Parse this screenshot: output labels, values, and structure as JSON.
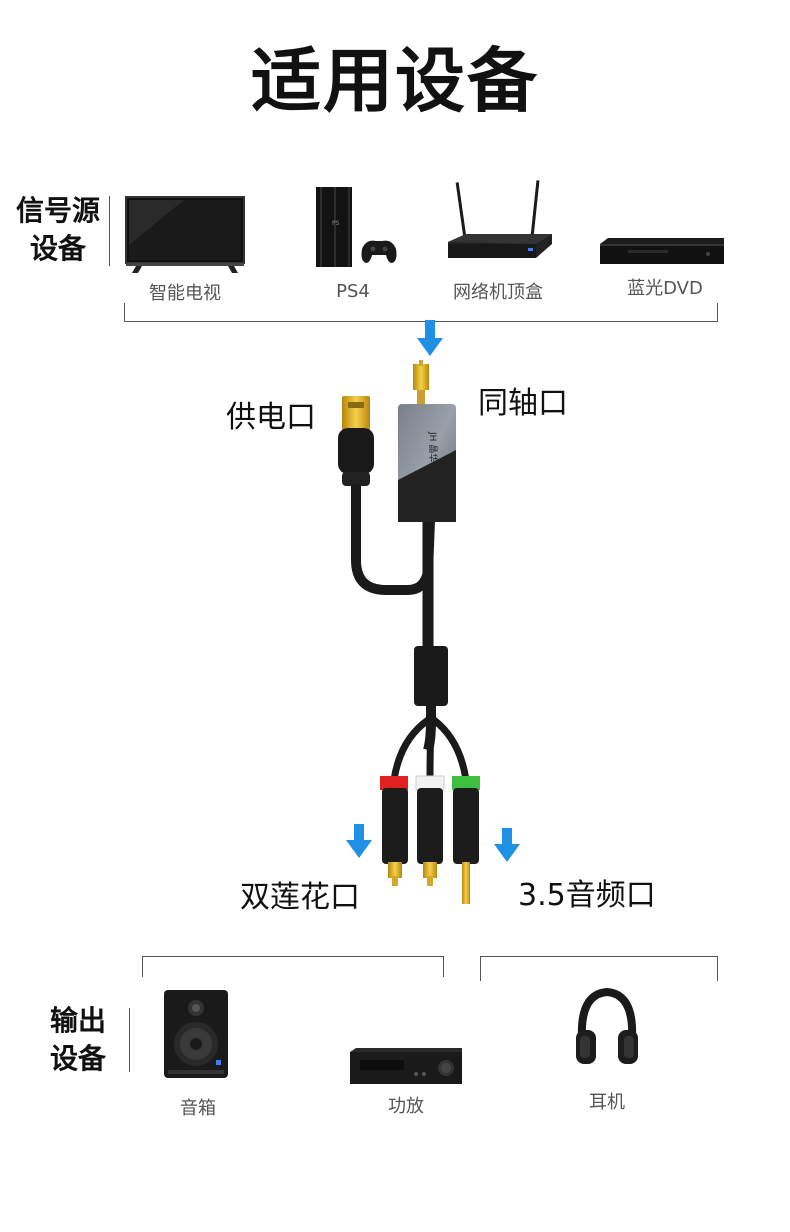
{
  "title": "适用设备",
  "source": {
    "label_line1": "信号源",
    "label_line2": "设备",
    "devices": [
      "智能电视",
      "PS4",
      "网络机顶盒",
      "蓝光DVD"
    ]
  },
  "connectors": {
    "power": "供电口",
    "coaxial": "同轴口",
    "rca": "双莲花口",
    "aux": "3.5音频口"
  },
  "adapter_brand": "JH 晶华",
  "output": {
    "label_line1": "输出",
    "label_line2": "设备",
    "devices": [
      "音箱",
      "功放",
      "耳机"
    ]
  },
  "colors": {
    "arrow": "#1e90e6",
    "rca_red": "#e02020",
    "rca_white": "#f2f2f2",
    "rca_green": "#3fbf3f",
    "gold": "#e0b020"
  }
}
